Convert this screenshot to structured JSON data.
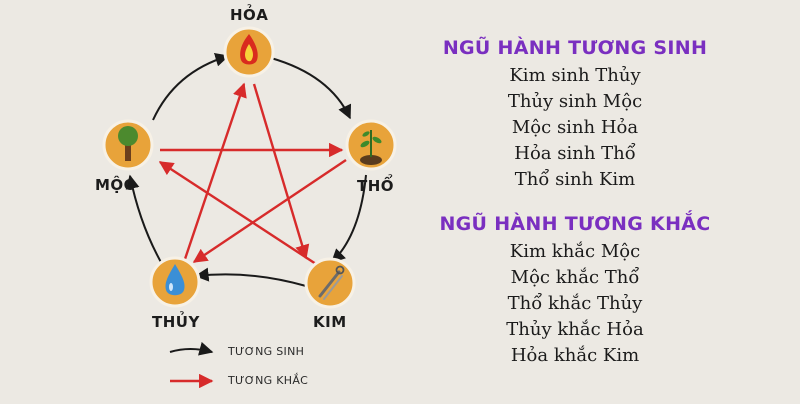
{
  "diagram": {
    "nodes": [
      {
        "id": "hoa",
        "label": "HỎA",
        "icon": "fire-icon"
      },
      {
        "id": "tho",
        "label": "THỔ",
        "icon": "soil-sprout-icon"
      },
      {
        "id": "kim",
        "label": "KIM",
        "icon": "metal-tools-icon"
      },
      {
        "id": "thuy",
        "label": "THỦY",
        "icon": "water-drop-icon"
      },
      {
        "id": "moc",
        "label": "MỘC",
        "icon": "tree-icon"
      }
    ],
    "colors": {
      "generate": "#1a1a1a",
      "overcome": "#d72b2b",
      "circle_fill": "#e8a33a",
      "circle_stroke": "#f7f1e6"
    }
  },
  "legend": {
    "generate_label": "TƯƠNG SINH",
    "overcome_label": "TƯƠNG KHẮC"
  },
  "sinh": {
    "title": "NGŨ HÀNH TƯƠNG SINH",
    "lines": [
      "Kim sinh Thủy",
      "Thủy sinh Mộc",
      "Mộc sinh Hỏa",
      "Hỏa sinh Thổ",
      "Thổ sinh Kim"
    ]
  },
  "khac": {
    "title": "NGŨ HÀNH TƯƠNG KHẮC",
    "lines": [
      "Kim khắc Mộc",
      "Mộc khắc Thổ",
      "Thổ khắc Thủy",
      "Thủy khắc Hỏa",
      "Hỏa khắc Kim"
    ]
  }
}
